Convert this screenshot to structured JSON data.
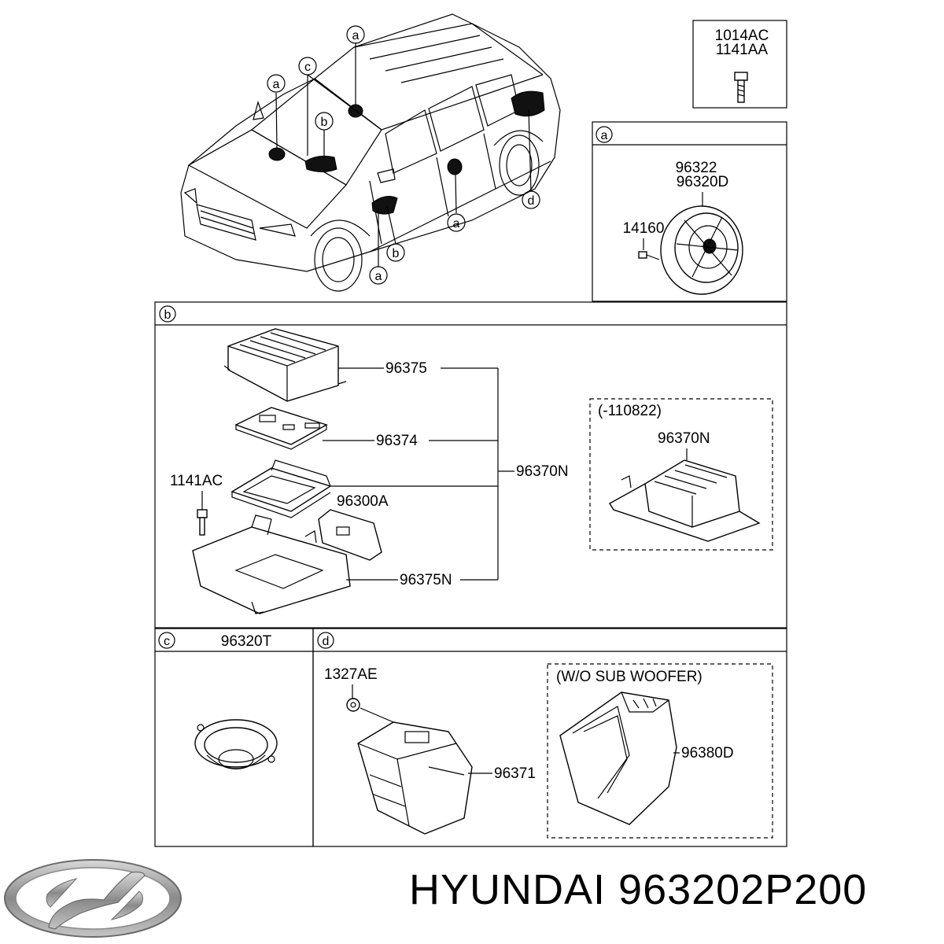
{
  "fastener_box": {
    "codes": [
      "1014AC",
      "1141AA"
    ]
  },
  "car_callouts": {
    "a": "a",
    "b": "b",
    "c": "c",
    "d": "d"
  },
  "panel_a": {
    "tag": "a",
    "labels": {
      "speaker_codes": [
        "96322",
        "96320D"
      ],
      "screw": "14160"
    }
  },
  "panel_b": {
    "tag": "b",
    "labels": {
      "amp_cover": "96375",
      "circuit_board": "96374",
      "amp_assembly": "96370N",
      "screw": "1141AC",
      "bracket_part": "96300A",
      "base_bracket": "96375N"
    },
    "inset": {
      "range": "(-110822)",
      "part": "96370N"
    }
  },
  "panel_c": {
    "tag": "c",
    "part": "96320T"
  },
  "panel_d": {
    "tag": "d",
    "labels": {
      "nut": "1327AE",
      "subwoofer": "96371"
    },
    "inset": {
      "title": "(W/O SUB WOOFER)",
      "part": "96380D"
    }
  },
  "footer": {
    "brand": "HYUNDAI",
    "part_number": "963202P200",
    "logo_icon": "hyundai-logo-icon"
  }
}
